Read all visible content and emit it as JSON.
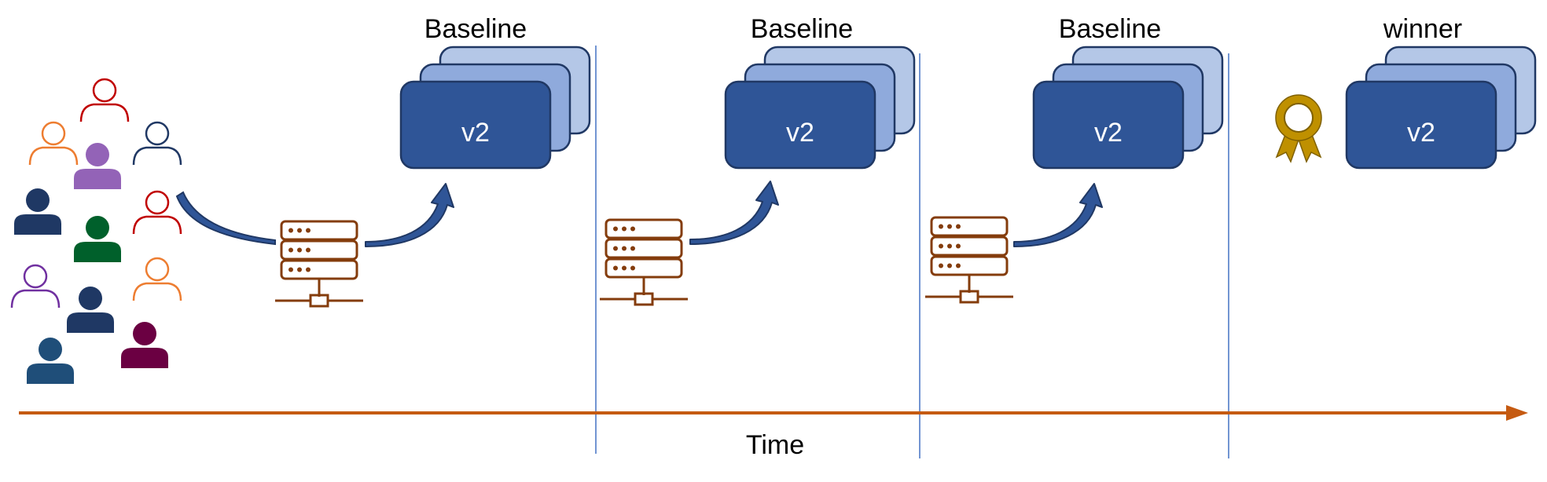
{
  "stages": [
    {
      "title": "Baseline",
      "card_label": "v2",
      "has_server": true,
      "has_award": false
    },
    {
      "title": "Baseline",
      "card_label": "v2",
      "has_server": true,
      "has_award": false
    },
    {
      "title": "Baseline",
      "card_label": "v2",
      "has_server": true,
      "has_award": false
    },
    {
      "title": "winner",
      "card_label": "v2",
      "has_server": false,
      "has_award": true
    }
  ],
  "timeline": {
    "label": "Time"
  },
  "icons": {
    "users": "user-group-icon",
    "server": "server-icon",
    "arrow": "curved-arrow-icon",
    "award": "award-ribbon-icon"
  },
  "colors": {
    "card_front": "#2f5597",
    "card_middle": "#8faadc",
    "card_back": "#b4c7e7",
    "card_border": "#203864",
    "server": "#843c0c",
    "timeline": "#c55a11",
    "divider": "#4472c4",
    "award": "#bf9000"
  }
}
